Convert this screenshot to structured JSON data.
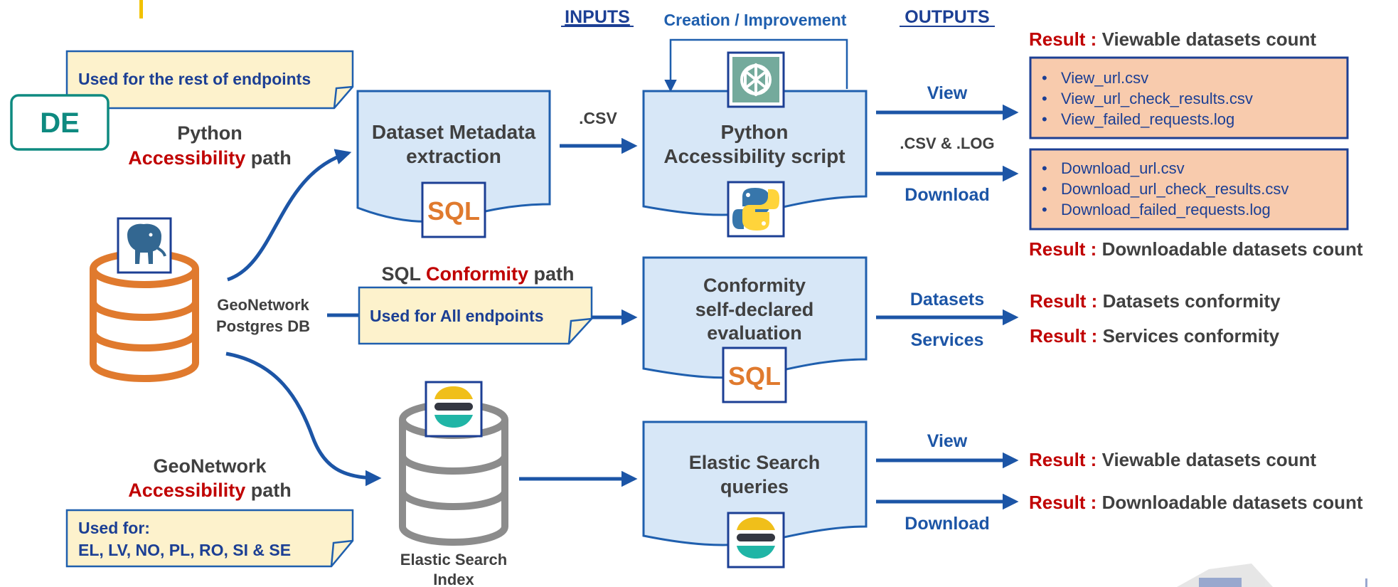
{
  "header": {
    "inputs": "INPUTS",
    "creation": "Creation / Improvement",
    "outputs": "OUTPUTS"
  },
  "notes": {
    "rest": "Used for the rest of endpoints",
    "all": "Used for All endpoints",
    "used_for_1": "Used for:",
    "used_for_2": "EL, LV, NO, PL, RO, SI & SE"
  },
  "badge": "DE",
  "paths": {
    "python_1": "Python",
    "python_2a": "Accessibility",
    "python_2b": " path",
    "sql_1": "SQL ",
    "sql_2": "Conformity",
    "sql_3": " path",
    "geo_1": "GeoNetwork",
    "geo_2a": "Accessibility",
    "geo_2b": " path"
  },
  "db": {
    "line1": "GeoNetwork",
    "line2": "Postgres DB"
  },
  "es_index": {
    "line1": "Elastic Search",
    "line2": "Index"
  },
  "boxes": {
    "dme_1": "Dataset Metadata",
    "dme_2": "extraction",
    "pas_1": "Python",
    "pas_2": "Accessibility script",
    "conf_1": "Conformity",
    "conf_2": "self-declared",
    "conf_3": "evaluation",
    "es_1": "Elastic Search",
    "es_2": "queries"
  },
  "sql_icon": "SQL",
  "arrows": {
    "csv": ".CSV",
    "csv_log": ".CSV & .LOG",
    "view": "View",
    "download": "Download",
    "datasets": "Datasets",
    "services": "Services"
  },
  "result_label": "Result :",
  "results": {
    "r1": " Viewable datasets count",
    "r2": " Downloadable datasets count",
    "r3": " Datasets conformity",
    "r4": " Services conformity",
    "r5": " Viewable datasets count",
    "r6": " Downloadable datasets count"
  },
  "files": {
    "view": [
      "View_url.csv",
      "View_url_check_results.csv",
      "View_failed_requests.log"
    ],
    "download": [
      "Download_url.csv",
      "Download_url_check_results.csv",
      "Download_failed_requests.log"
    ]
  },
  "icons": [
    "postgresql-elephant-icon",
    "sql-icon",
    "openai-logo-icon",
    "python-logo-icon",
    "elasticsearch-logo-icon",
    "database-cylinder-icon"
  ],
  "colors": {
    "navy": "#1c3f94",
    "box_fill": "#d7e7f7",
    "box_stroke": "#1f5fae",
    "note_fill": "#fdf2cc",
    "accent_red": "#c00000",
    "file_fill": "#f8cbad",
    "db_orange": "#e07a2e",
    "teal": "#0e8a80"
  }
}
